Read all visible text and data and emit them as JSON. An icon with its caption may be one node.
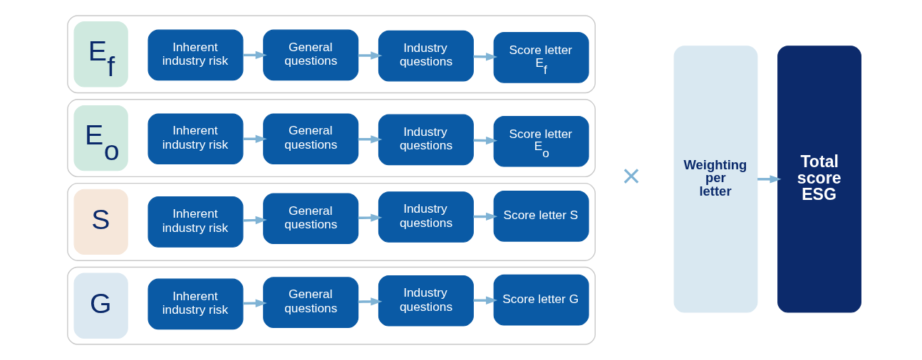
{
  "diagram": {
    "nodes": [
      {
        "text": [],
        "shape": "box"
      },
      {
        "text": [
          "E$_{f}$"
        ],
        "in": 0
      },
      {
        "text": [
          "Inherent industry risk"
        ],
        "in": 0
      },
      {
        "text": [
          "General questions"
        ],
        "in": 0
      },
      {
        "text": [
          "Industry questions"
        ],
        "in": 0
      },
      {
        "text": [
          "Score letter E$_{f}$"
        ],
        "in": 0
      },
      {
        "text": [],
        "shape": "box"
      },
      {
        "text": [
          "E$_{o}$"
        ],
        "in": 6
      },
      {
        "text": [
          "Inherent industry risk"
        ],
        "in": 6
      },
      {
        "text": [
          "General questions"
        ],
        "in": 6
      },
      {
        "text": [
          "Industry questions"
        ],
        "in": 6
      },
      {
        "text": [
          "Score letter E$_{o}$"
        ],
        "in": 6
      },
      {
        "text": [],
        "shape": "box"
      },
      {
        "text": [
          "S"
        ],
        "in": 12
      },
      {
        "text": [
          "Inherent industry risk"
        ],
        "in": 12
      },
      {
        "text": [
          "General questions"
        ],
        "in": 12
      },
      {
        "text": [
          "Industry questions"
        ],
        "in": 12
      },
      {
        "text": [
          "Score letter S"
        ],
        "in": 12
      },
      {
        "text": [],
        "shape": "box"
      },
      {
        "text": [
          "G"
        ],
        "in": 18
      },
      {
        "text": [
          "Inherent industry risk"
        ],
        "in": 18
      },
      {
        "text": [
          "General questions"
        ],
        "in": 18
      },
      {
        "text": [
          "Industry questions"
        ],
        "in": 18
      },
      {
        "text": [
          "Score letter G"
        ],
        "in": 18
      },
      {
        "text": [
          "Weighting per letter"
        ]
      },
      {
        "text": [
          "Total score ESG"
        ]
      }
    ],
    "edges": [
      {
        "from": 2,
        "to": 3,
        "arrow": "to"
      },
      {
        "from": 3,
        "to": 4,
        "arrow": "to"
      },
      {
        "from": 4,
        "to": 5,
        "arrow": "to"
      },
      {
        "from": 8,
        "to": 9,
        "arrow": "to"
      },
      {
        "from": 9,
        "to": 10,
        "arrow": "to"
      },
      {
        "from": 10,
        "to": 11,
        "arrow": "to"
      },
      {
        "from": 14,
        "to": 15,
        "arrow": "to"
      },
      {
        "from": 15,
        "to": 16,
        "arrow": "to"
      },
      {
        "from": 16,
        "to": 17,
        "arrow": "to"
      },
      {
        "from": 20,
        "to": 21,
        "arrow": "to"
      },
      {
        "from": 21,
        "to": 22,
        "arrow": "to"
      },
      {
        "from": 22,
        "to": 23,
        "arrow": "to"
      },
      {
        "from": 24,
        "to": 25,
        "arrow": "to"
      }
    ],
    "labels": [
      "×"
    ]
  }
}
